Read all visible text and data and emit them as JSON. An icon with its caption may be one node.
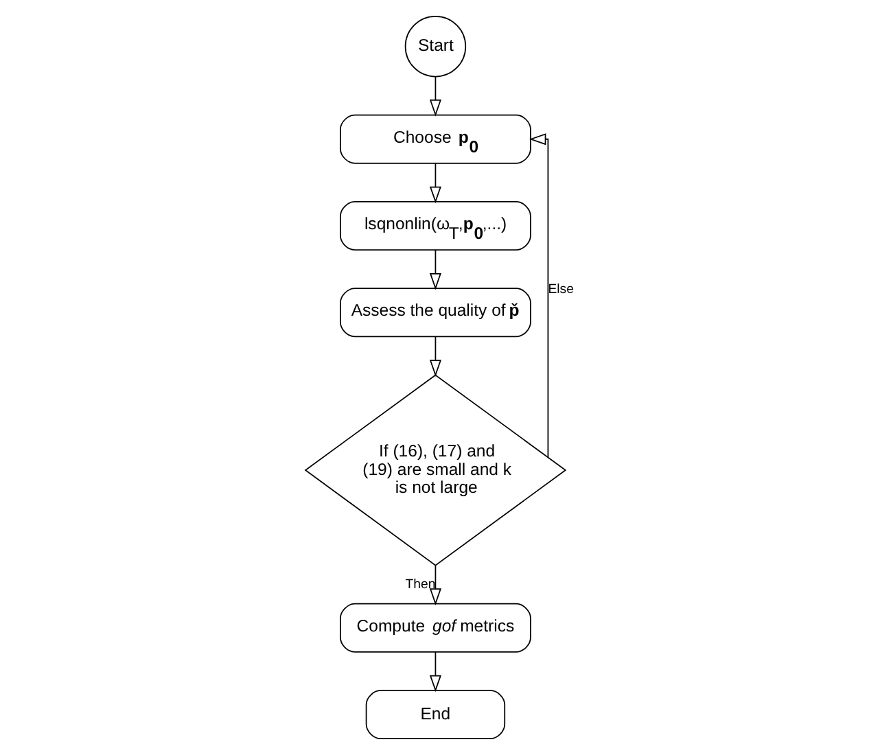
{
  "diagram": {
    "nodes": [
      {
        "text": [
          "Start"
        ]
      },
      {
        "text": [
          "Choose **p$_{0}$**"
        ]
      },
      {
        "text": [
          "lsqnonlin(ω$_{T}$,**p$_{0}$**,...)"
        ]
      },
      {
        "text": [
          "Assess the quality of **p̌**"
        ]
      },
      {
        "text": [
          "If (16), (17) and (19) are small and k is not large"
        ]
      },
      {
        "text": [
          "Compute *gof* metrics"
        ]
      },
      {
        "text": [
          "End"
        ]
      }
    ],
    "edges": [
      {
        "from": 0,
        "to": 1,
        "arrow": "to"
      },
      {
        "from": 1,
        "to": 2,
        "arrow": "to"
      },
      {
        "from": 2,
        "to": 3,
        "arrow": "to"
      },
      {
        "from": 3,
        "to": 4,
        "arrow": "to"
      },
      {
        "from": 4,
        "to": 1,
        "arrow": "to",
        "label": "Else"
      },
      {
        "from": 4,
        "to": 5,
        "arrow": "to",
        "label": "Then"
      },
      {
        "from": 5,
        "to": 6,
        "arrow": "to"
      }
    ]
  }
}
